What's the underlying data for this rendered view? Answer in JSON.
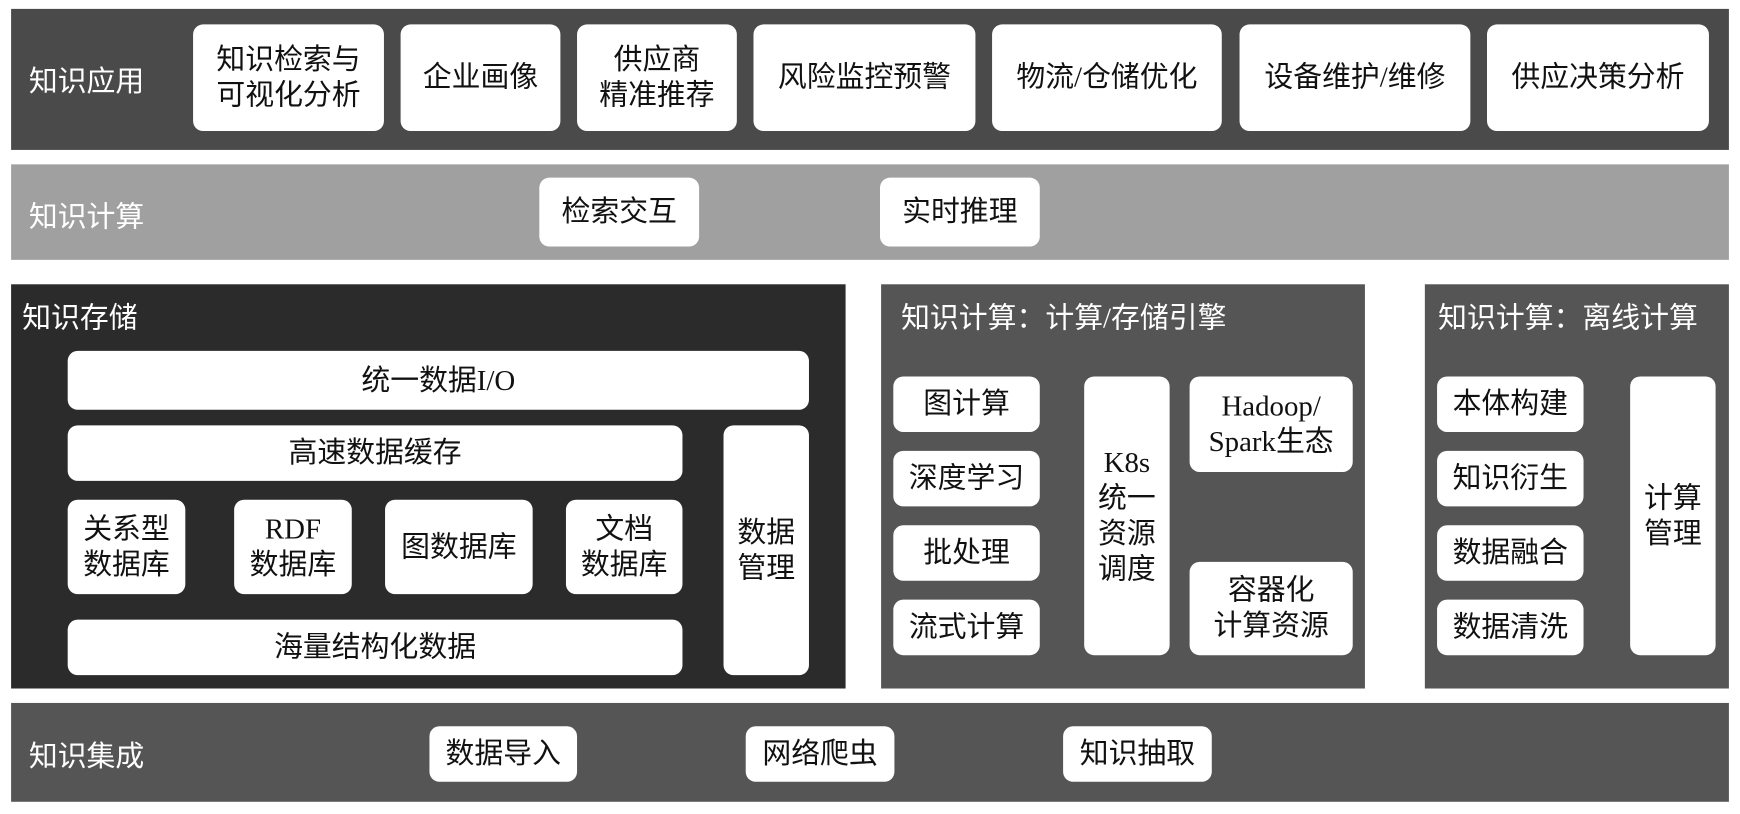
{
  "application": {
    "label": "知识应用",
    "items": [
      "知识检索与\n可视化分析",
      "企业画像",
      "供应商\n精准推荐",
      "风险监控预警",
      "物流/仓储优化",
      "设备维护/维修",
      "供应决策分析"
    ]
  },
  "computing": {
    "label": "知识计算",
    "items": [
      "检索交互",
      "实时推理"
    ]
  },
  "storage": {
    "label": "知识存储",
    "io": "统一数据I/O",
    "cache": "高速数据缓存",
    "dbs": [
      "关系型\n数据库",
      "RDF\n数据库",
      "图数据库",
      "文档\n数据库"
    ],
    "mass": "海量结构化数据",
    "manage": "数据\n管理"
  },
  "engine": {
    "label": "知识计算：计算/存储引擎",
    "left": [
      "图计算",
      "深度学习",
      "批处理",
      "流式计算"
    ],
    "k8s": "K8s\n统一\n资源\n调度",
    "hadoop": "Hadoop/\nSpark生态",
    "container": "容器化\n计算资源"
  },
  "offline": {
    "label": "知识计算：离线计算",
    "left": [
      "本体构建",
      "知识衍生",
      "数据融合",
      "数据清洗"
    ],
    "manage": "计算\n管理"
  },
  "integration": {
    "label": "知识集成",
    "items": [
      "数据导入",
      "网络爬虫",
      "知识抽取"
    ]
  }
}
